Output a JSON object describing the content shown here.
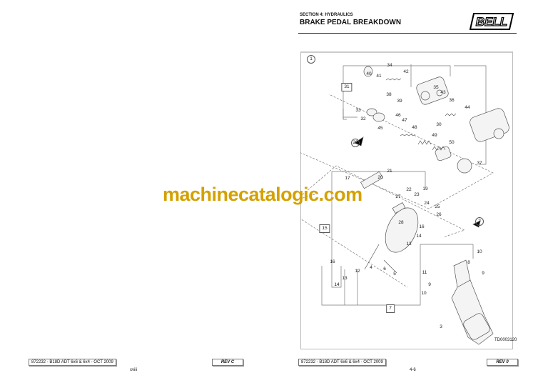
{
  "header": {
    "section": "SECTION 4: HYDRAULICS",
    "title": "BRAKE PEDAL BREAKDOWN",
    "logo": "BELL"
  },
  "watermark": "machinecatalogic.com",
  "diagram": {
    "callouts": [
      "1",
      "34",
      "40",
      "41",
      "42",
      "31",
      "38",
      "39",
      "35",
      "43",
      "36",
      "44",
      "33",
      "32",
      "46",
      "47",
      "45",
      "48",
      "30",
      "49",
      "50",
      "29",
      "37",
      "21",
      "20",
      "17",
      "22",
      "19",
      "23",
      "27",
      "24",
      "25",
      "26",
      "28",
      "16",
      "15",
      "13",
      "14",
      "2",
      "10",
      "8",
      "9",
      "16",
      "4",
      "6",
      "12",
      "5",
      "13",
      "14",
      "11",
      "9",
      "10",
      "7",
      "3"
    ],
    "drawing_id": "TD0003120"
  },
  "footer": {
    "left": {
      "doc": "872232 - B18D ADT 6x6 & 6x4 - OCT 2009",
      "rev": "REV C",
      "page": "xviii"
    },
    "right": {
      "doc": "872232 - B18D ADT 6x6 & 6x4 - OCT 2009",
      "rev": "REV 0",
      "page": "4-6"
    }
  }
}
